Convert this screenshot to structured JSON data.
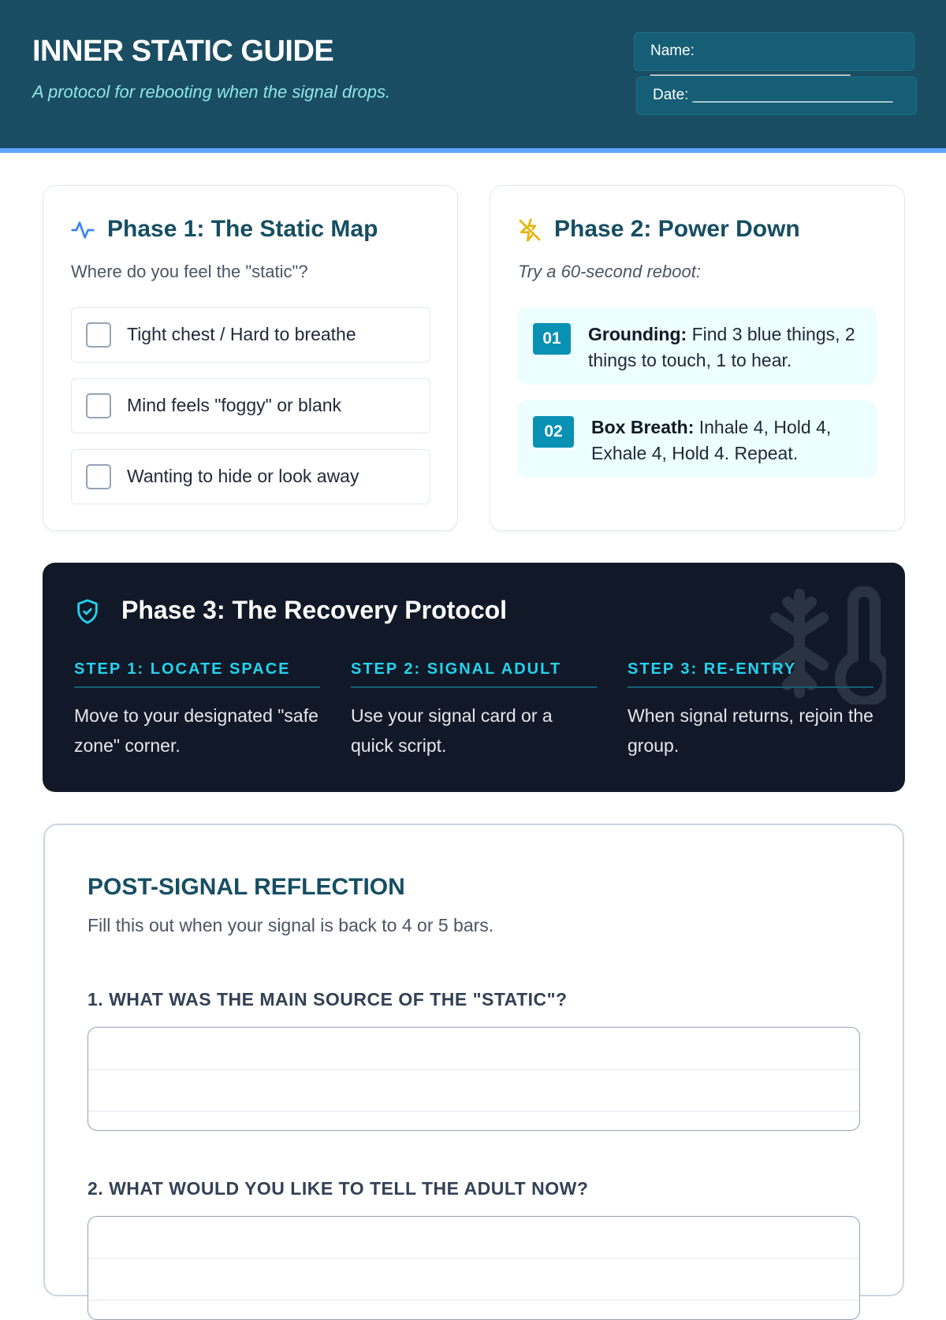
{
  "header": {
    "title": "INNER STATIC GUIDE",
    "subtitle": "A protocol for rebooting when the signal drops.",
    "name_label": "Name: ________________________",
    "date_label": "Date: ________________________"
  },
  "phase1": {
    "title": "Phase 1: The Static Map",
    "prompt": "Where do you feel the \"static\"?",
    "items": [
      {
        "label": "Tight chest / Hard to breathe",
        "checked": false
      },
      {
        "label": "Mind feels \"foggy\" or blank",
        "checked": false
      },
      {
        "label": "Wanting to hide or look away",
        "checked": false
      }
    ]
  },
  "phase2": {
    "title": "Phase 2: Power Down",
    "prompt": "Try a 60-second reboot:",
    "steps": [
      {
        "num": "01",
        "term": "Grounding:",
        "text": " Find 3 blue things, 2 things to touch, 1 to hear."
      },
      {
        "num": "02",
        "term": "Box Breath:",
        "text": " Inhale 4, Hold 4, Exhale 4, Hold 4. Repeat."
      }
    ]
  },
  "phase3": {
    "title": "Phase 3: The Recovery Protocol",
    "steps": [
      {
        "heading": "STEP 1: LOCATE SPACE",
        "text": "Move to your designated \"safe zone\" corner."
      },
      {
        "heading": "STEP 2: SIGNAL ADULT",
        "text": "Use your signal card or a quick script."
      },
      {
        "heading": "STEP 3: RE-ENTRY",
        "text": "When signal returns, rejoin the group."
      }
    ]
  },
  "reflection": {
    "title": "POST-SIGNAL REFLECTION",
    "subtitle": "Fill this out when your signal is back to 4 or 5 bars.",
    "questions": [
      {
        "label": "1. WHAT WAS THE MAIN SOURCE OF THE \"STATIC\"?",
        "value": ""
      },
      {
        "label": "2. WHAT WOULD YOU LIKE TO TELL THE ADULT NOW?",
        "value": ""
      }
    ]
  },
  "colors": {
    "header": "#1a4d63",
    "accent": "#60a5fa",
    "dark": "#111827",
    "cyan": "#22d3ee",
    "badge": "#0891b2"
  }
}
